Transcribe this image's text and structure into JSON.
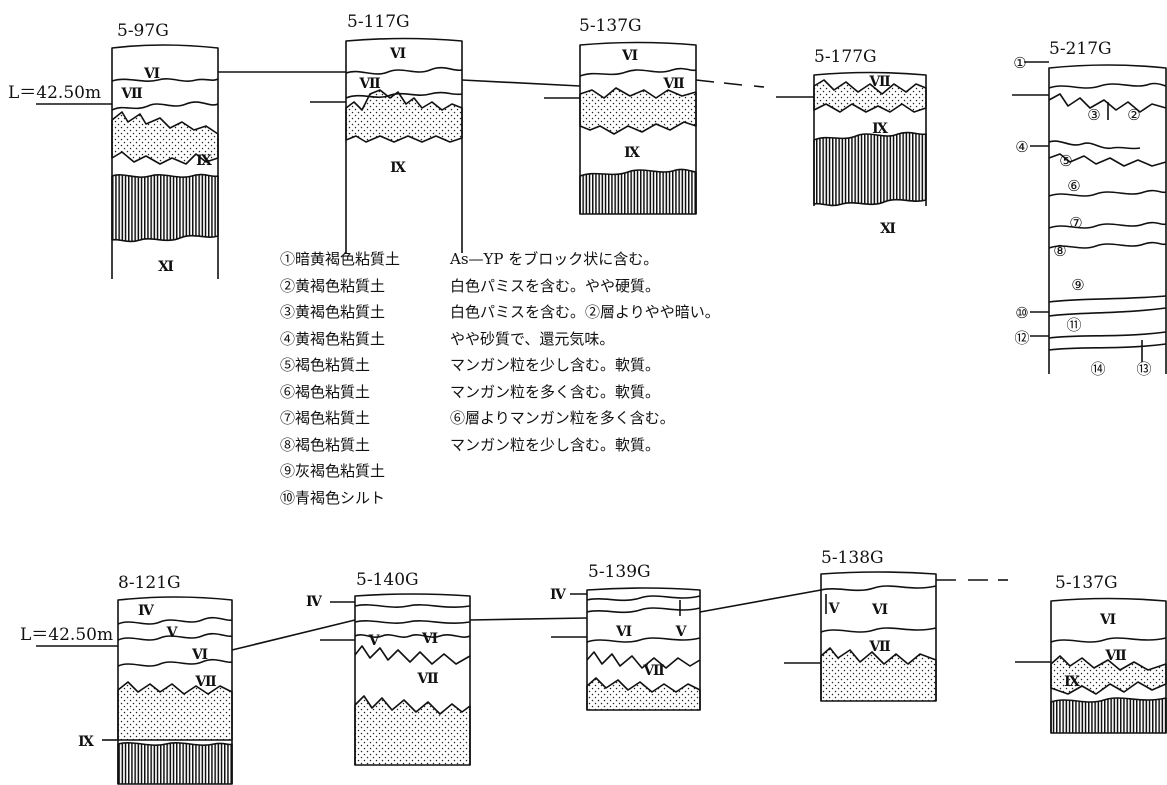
{
  "section_labels": [
    "5-97G",
    "5-117G",
    "5-137G",
    "5-177G",
    "5-217G",
    "8-121G",
    "5-140G",
    "5-139G",
    "5-138G",
    "5-137G"
  ],
  "level_labels": {
    "top": "L＝42.50m",
    "bottom": "L＝42.50m"
  },
  "roman_labels": {
    "c1": [
      "Ⅵ",
      "Ⅶ",
      "Ⅸ",
      "Ⅺ"
    ],
    "c2": [
      "Ⅵ",
      "Ⅶ",
      "Ⅸ"
    ],
    "c3": [
      "Ⅵ",
      "Ⅶ",
      "Ⅸ"
    ],
    "c4": [
      "Ⅶ",
      "Ⅸ",
      "Ⅺ"
    ],
    "b1": [
      "Ⅳ",
      "Ⅴ",
      "Ⅵ",
      "Ⅶ",
      "Ⅸ"
    ],
    "b2": [
      "Ⅳ",
      "Ⅴ",
      "Ⅵ",
      "Ⅶ"
    ],
    "b3": [
      "Ⅳ",
      "Ⅵ",
      "Ⅴ",
      "Ⅶ"
    ],
    "b4": [
      "Ⅴ",
      "Ⅵ",
      "Ⅶ"
    ],
    "b5": [
      "Ⅵ",
      "Ⅶ",
      "Ⅸ"
    ]
  },
  "layer_numbers": [
    "①",
    "③",
    "②",
    "④",
    "⑤",
    "⑥",
    "⑦",
    "⑧",
    "⑨",
    "⑩",
    "⑪",
    "⑫",
    "⑭",
    "⑬"
  ],
  "legend": [
    {
      "name": "①暗黄褐色粘質土",
      "desc": "As—YP をブロック状に含む。"
    },
    {
      "name": "②黄褐色粘質土",
      "desc": "白色パミスを含む。やや硬質。"
    },
    {
      "name": "③黄褐色粘質土",
      "desc": "白色パミスを含む。②層よりやや暗い。"
    },
    {
      "name": "④黄褐色粘質土",
      "desc": "やや砂質で、還元気味。"
    },
    {
      "name": "⑤褐色粘質土",
      "desc": "マンガン粒を少し含む。軟質。"
    },
    {
      "name": "⑥褐色粘質土",
      "desc": "マンガン粒を多く含む。軟質。"
    },
    {
      "name": "⑦褐色粘質土",
      "desc": "⑥層よりマンガン粒を多く含む。"
    },
    {
      "name": "⑧褐色粘質土",
      "desc": "マンガン粒を少し含む。軟質。"
    },
    {
      "name": "⑨灰褐色粘質土",
      "desc": ""
    },
    {
      "name": "⑩青褐色シルト",
      "desc": ""
    }
  ]
}
